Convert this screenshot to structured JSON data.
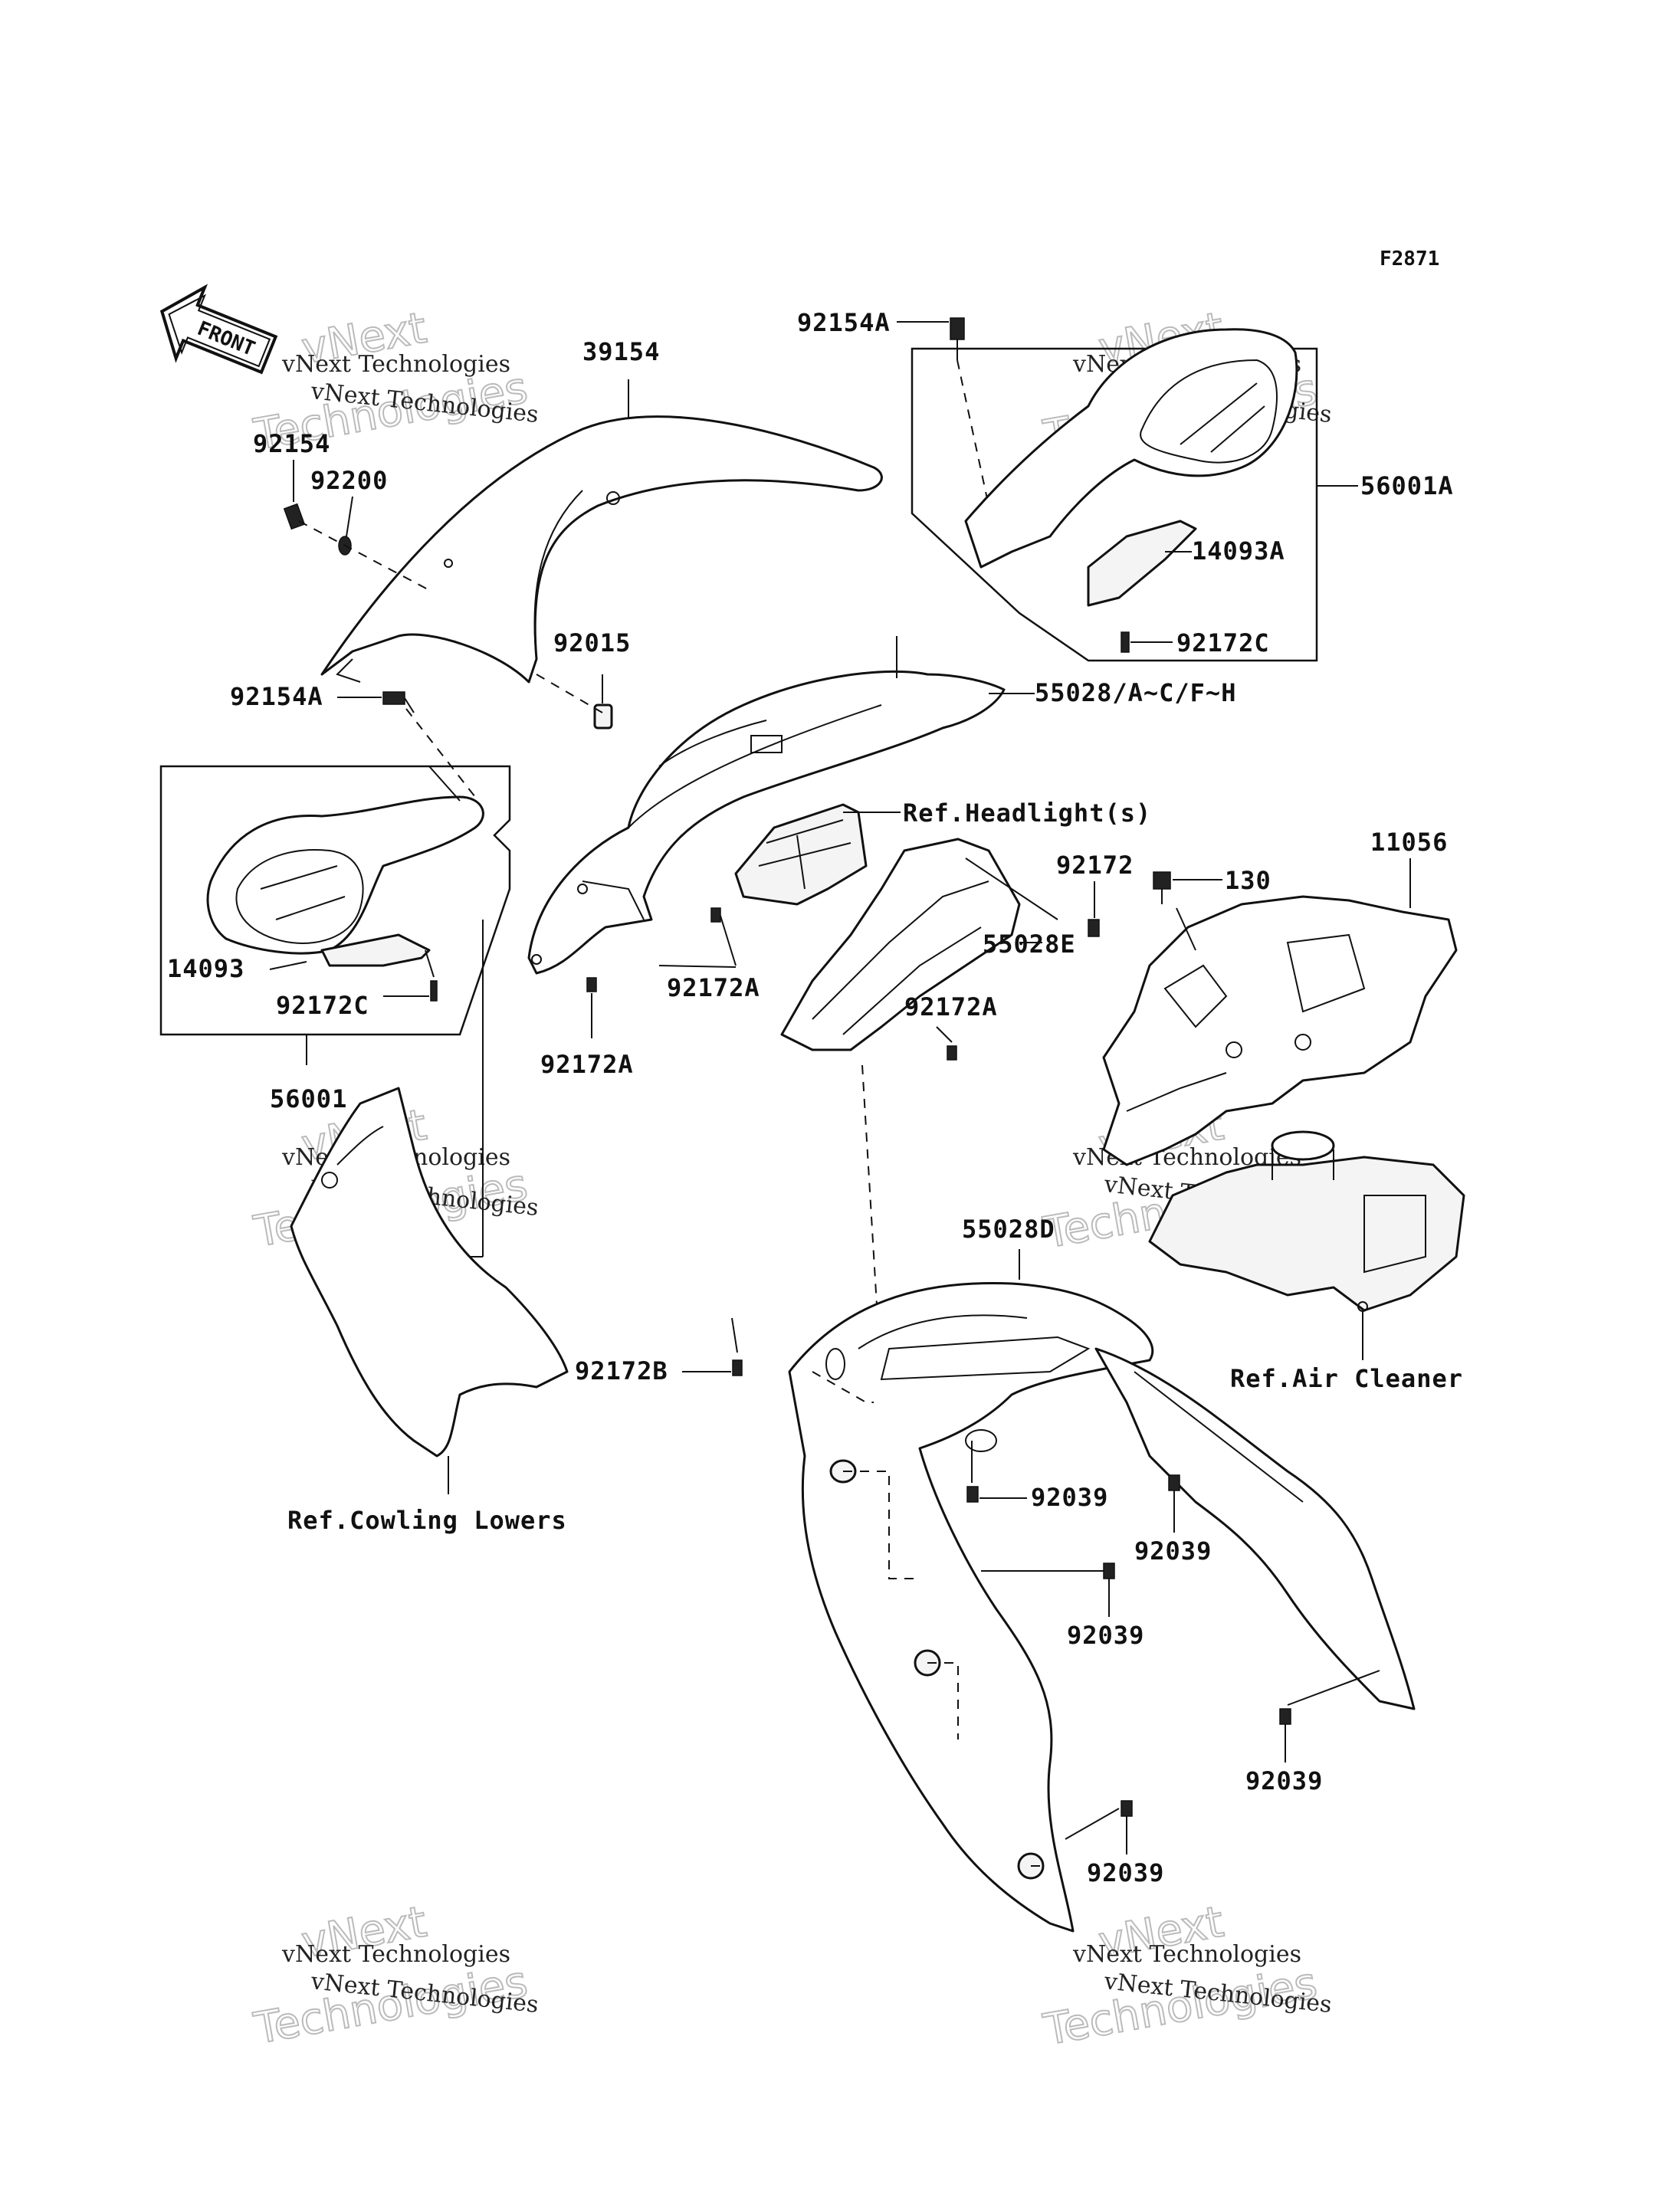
{
  "figure_code": "F2871",
  "front_badge": "FRONT",
  "watermark": {
    "line1": "vNext Technologies",
    "line2": "Technologies",
    "line3": "vNext"
  },
  "labels": {
    "p39154": "39154",
    "p92154": "92154",
    "p92200": "92200",
    "p92154A_left": "92154A",
    "p92154A_top": "92154A",
    "p92015": "92015",
    "p56001A": "56001A",
    "p14093A": "14093A",
    "p92172C_top": "92172C",
    "p55028_group": "55028/A~C/F~H",
    "ref_headlight": "Ref.Headlight(s)",
    "p92172": "92172",
    "p130": "130",
    "p11056": "11056",
    "p55028E": "55028E",
    "p92172A_1": "92172A",
    "p92172A_2": "92172A",
    "p92172A_3": "92172A",
    "p14093": "14093",
    "p92172C_left": "92172C",
    "p56001": "56001",
    "p55028D": "55028D",
    "p92172B": "92172B",
    "ref_air_cleaner": "Ref.Air Cleaner",
    "ref_cowling_lowers": "Ref.Cowling Lowers",
    "p92039_1": "92039",
    "p92039_2": "92039",
    "p92039_3": "92039",
    "p92039_4": "92039",
    "p92039_5": "92039"
  }
}
